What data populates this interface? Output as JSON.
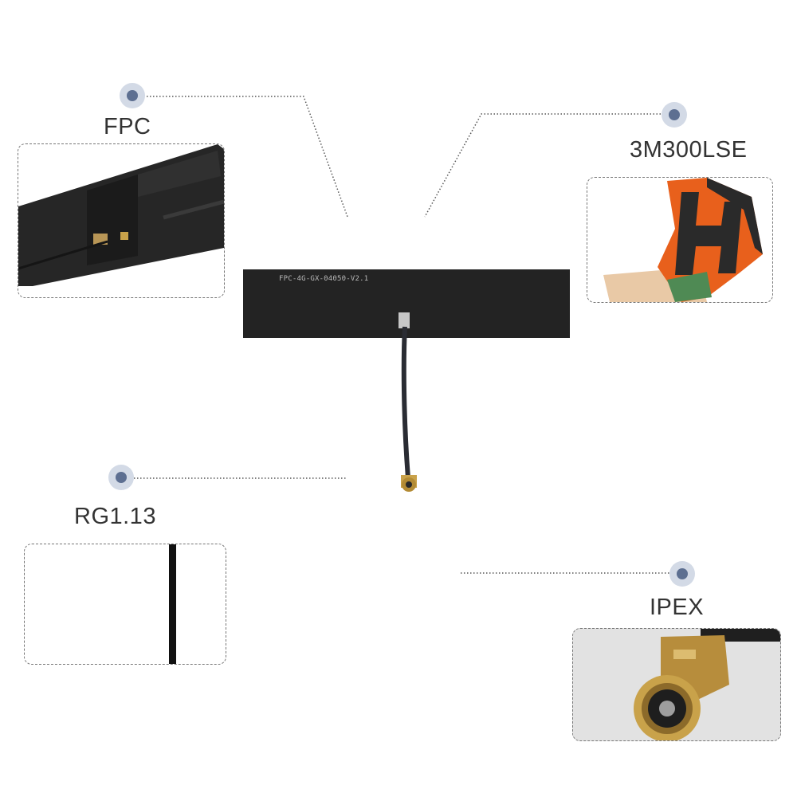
{
  "callouts": {
    "fpc": {
      "label": "FPC"
    },
    "adhesive": {
      "label": "3M300LSE"
    },
    "cable": {
      "label": "RG1.13"
    },
    "connector": {
      "label": "IPEX"
    }
  },
  "antenna": {
    "board_text": "FPC-4G-GX-04050-V2.1"
  },
  "colors": {
    "board": "#232323",
    "adhesive_orange": "#e8601c",
    "dot_inner": "#5d6f91",
    "dot_outer": "#d3dae6",
    "gold": "#c9a24a"
  }
}
